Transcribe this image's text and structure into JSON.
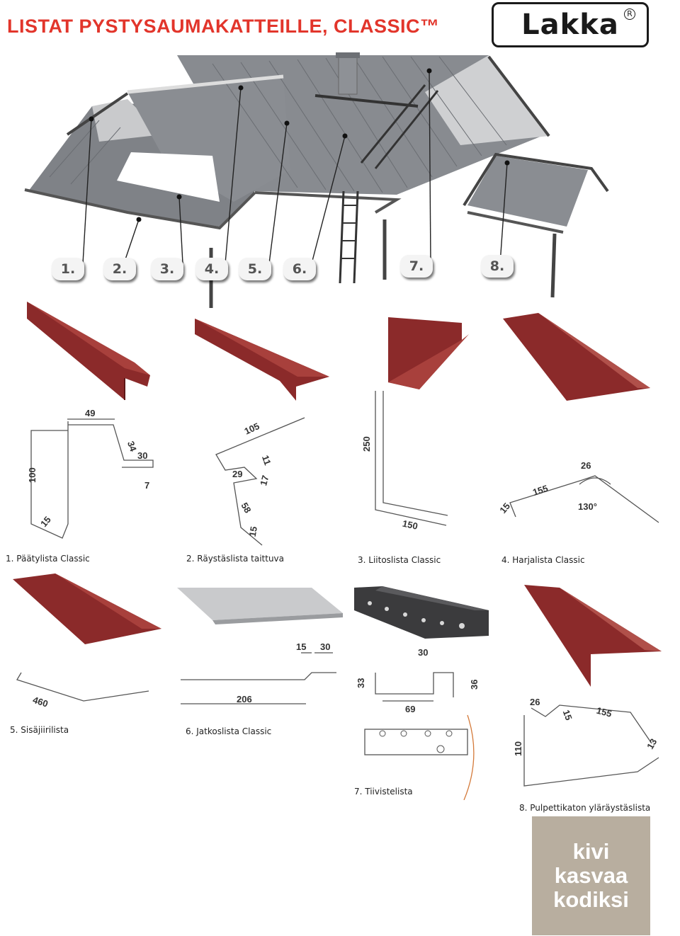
{
  "header": {
    "title": "LISTAT PYSTYSAUMAKATTEILLE, CLASSIC™",
    "logo": "Lakka",
    "registered": "R"
  },
  "callouts": [
    "1.",
    "2.",
    "3.",
    "4.",
    "5.",
    "6.",
    "7.",
    "8."
  ],
  "products": [
    {
      "caption": "1. Päätylista Classic",
      "dims": [
        "49",
        "34",
        "30",
        "7",
        "100",
        "15"
      ]
    },
    {
      "caption": "2. Räystäslista taittuva",
      "dims": [
        "105",
        "11",
        "29",
        "17",
        "58",
        "15"
      ]
    },
    {
      "caption": "3. Liitoslista Classic",
      "dims": [
        "250",
        "150"
      ]
    },
    {
      "caption": "4. Harjalista Classic",
      "dims": [
        "26",
        "155",
        "15",
        "130°"
      ]
    },
    {
      "caption": "5. Sisäjiirilista",
      "dims": [
        "460"
      ]
    },
    {
      "caption": "6. Jatkoslista Classic",
      "dims": [
        "15",
        "30",
        "206"
      ]
    },
    {
      "caption": "7. Tiivistelista",
      "dims": [
        "30",
        "33",
        "36",
        "69"
      ]
    },
    {
      "caption": "8. Pulpettikaton yläräystäslista",
      "dims": [
        "26",
        "15",
        "155",
        "13",
        "110"
      ]
    }
  ],
  "slogan": [
    "kivi",
    "kasvaa",
    "kodiksi"
  ],
  "colors": {
    "accent": "#e2352b",
    "flashing": "#8b2a2a",
    "roof": "#7d8084",
    "slogan_bg": "#b8ae9f"
  }
}
